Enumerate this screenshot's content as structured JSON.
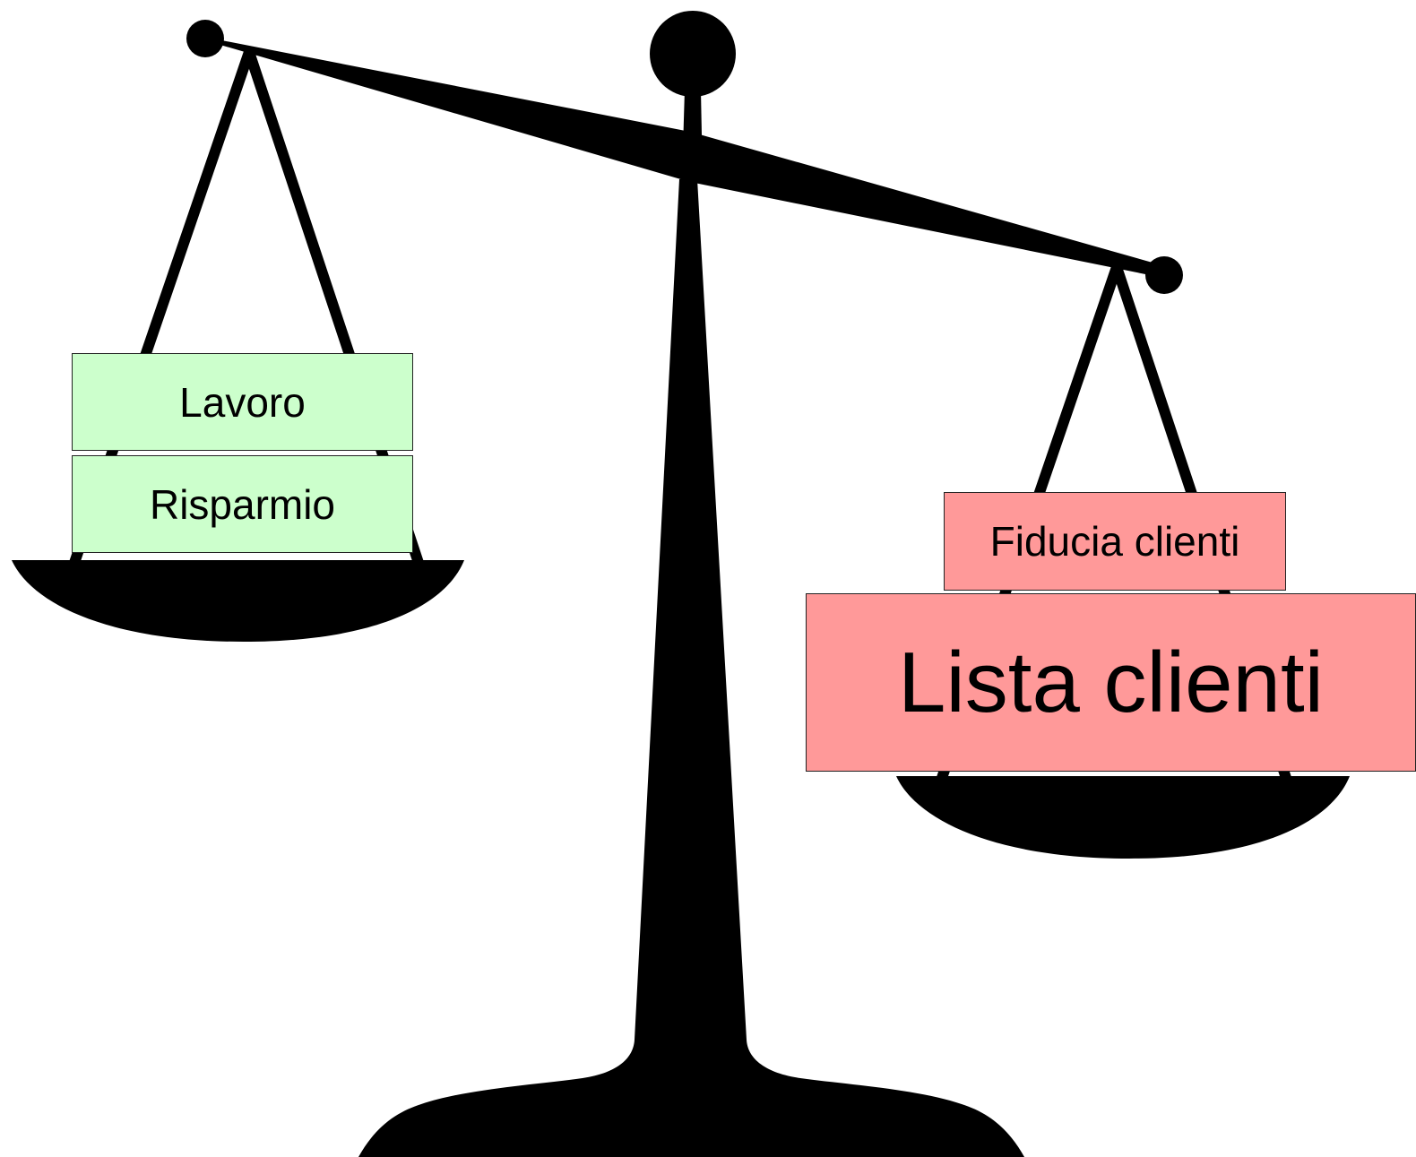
{
  "diagram": {
    "left_pan": {
      "items": [
        {
          "label": "Lavoro"
        },
        {
          "label": "Risparmio"
        }
      ],
      "color": "#ccffcc"
    },
    "right_pan": {
      "items": [
        {
          "label": "Fiducia clienti"
        },
        {
          "label": "Lista clienti"
        }
      ],
      "color": "#ff9999"
    },
    "scale_color": "#000000",
    "tilt": "right-side-down"
  }
}
